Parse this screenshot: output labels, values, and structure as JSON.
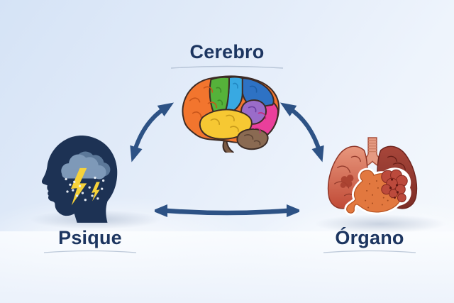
{
  "diagram": {
    "title": "Psique - Cerebro - Órgano relationship diagram",
    "nodes": [
      {
        "id": "cerebro",
        "label": "Cerebro",
        "position": "top-center",
        "illustration": "multicolor-cartoon-brain",
        "region_colors": [
          "#f2752e",
          "#55b23a",
          "#38a9e2",
          "#2e72c4",
          "#9a6cc9",
          "#ea3f9b",
          "#f6c833",
          "#8a6a52"
        ]
      },
      {
        "id": "psique",
        "label": "Psique",
        "position": "bottom-left",
        "illustration": "head-silhouette-with-storm-cloud-lightning-rain",
        "colors": {
          "head": "#1d3254",
          "cloud_front": "#7e99b8",
          "cloud_back": "#5c7899",
          "lightning": "#f6d23a",
          "rain": "#ecf1f8"
        }
      },
      {
        "id": "organo",
        "label": "Órgano",
        "position": "bottom-right",
        "illustration": "lungs-trachea-and-stomach",
        "colors": {
          "lung_left": "#c9563f",
          "lung_right": "#8e352c",
          "trachea": "#e59a82",
          "stomach": "#e2783f",
          "stomach_mass": "#bc4a3c",
          "sticker_outline": "#ffffff"
        }
      }
    ],
    "connections": [
      {
        "from": "Psique",
        "to": "Cerebro",
        "bidirectional": true,
        "style": "curved-double-arrow"
      },
      {
        "from": "Cerebro",
        "to": "Órgano",
        "bidirectional": true,
        "style": "curved-double-arrow"
      },
      {
        "from": "Psique",
        "to": "Órgano",
        "bidirectional": true,
        "style": "straight-double-arrow"
      }
    ],
    "colors": {
      "background_top": "#d5e3f6",
      "background_bottom": "#f6f9fd",
      "label_text": "#1c3560",
      "arrow": "#2d5285",
      "underline_swoosh": "#a9b8cc"
    }
  }
}
